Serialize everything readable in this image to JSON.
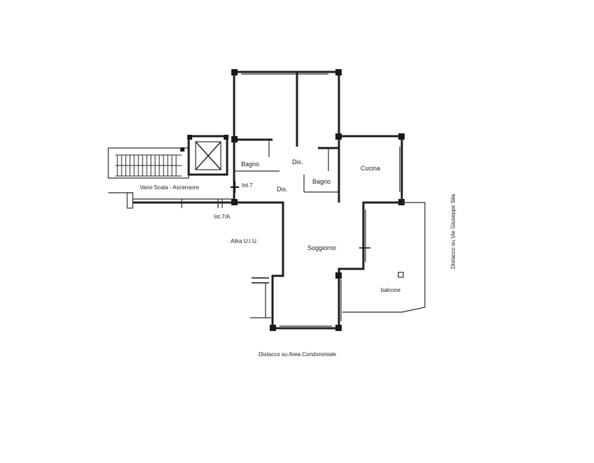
{
  "plan": {
    "rooms": {
      "bagno_left": "Bagno",
      "bagno_right": "Bagno",
      "dis_upper": "Dis.",
      "dis_lower": "Dis.",
      "cucina": "Cucina",
      "soggiorno": "Soggiorno",
      "balcone": "balcone",
      "altra_uiu": "Altra U.I.U.",
      "vano_scala": "Vano Scala - Ascensore",
      "int7": "Int.7",
      "int7a": "Int.7/A"
    },
    "annotations": {
      "bottom": "Distacco su Area Condominiale",
      "right": "Distacco su Vie   Giuseppe Sila"
    }
  }
}
